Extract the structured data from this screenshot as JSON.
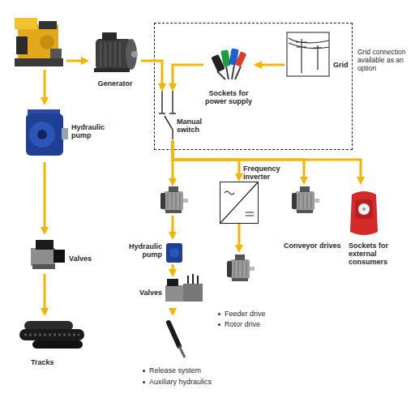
{
  "diagram": {
    "nodes": [
      {
        "text": [
          "Generator"
        ]
      },
      {
        "text": [
          "Grid connection available as an option"
        ]
      },
      {
        "text": [
          "Sockets for power supply"
        ],
        "in": 1
      },
      {
        "text": [
          "Grid"
        ],
        "in": 1
      },
      {
        "text": [
          "Manual switch"
        ],
        "in": 1
      },
      {
        "text": [
          "Hydraulic pump"
        ]
      },
      {
        "text": [
          "Valves"
        ]
      },
      {
        "text": [
          "Tracks"
        ]
      },
      {
        "text": [
          "Frequency inverter"
        ]
      },
      {
        "text": [
          "Hydraulic pump"
        ]
      },
      {
        "text": [
          "Valves"
        ]
      },
      {
        "text": [
          "Release system",
          "Auxiliary hydraulics"
        ]
      },
      {
        "text": [
          "Feeder drive",
          "Rotor drive"
        ]
      },
      {
        "text": [
          "Conveyor drives"
        ]
      },
      {
        "text": [
          "Sockets for external consumers"
        ]
      }
    ],
    "edges": [
      {
        "from": 0,
        "to": 4,
        "arrow": "to"
      },
      {
        "from": 3,
        "to": 2,
        "arrow": "to"
      },
      {
        "from": 2,
        "to": 4,
        "arrow": "to"
      },
      {
        "from": 5,
        "to": 6,
        "arrow": "to"
      },
      {
        "from": 6,
        "to": 7,
        "arrow": "to"
      },
      {
        "from": 4,
        "to": 8,
        "arrow": "to"
      },
      {
        "from": 4,
        "to": 13,
        "arrow": "to"
      },
      {
        "from": 4,
        "to": 14,
        "arrow": "to"
      },
      {
        "from": 9,
        "to": 10,
        "arrow": "to"
      },
      {
        "from": 10,
        "to": 11,
        "arrow": "to"
      },
      {
        "from": 8,
        "to": 12,
        "arrow": "to"
      }
    ]
  }
}
